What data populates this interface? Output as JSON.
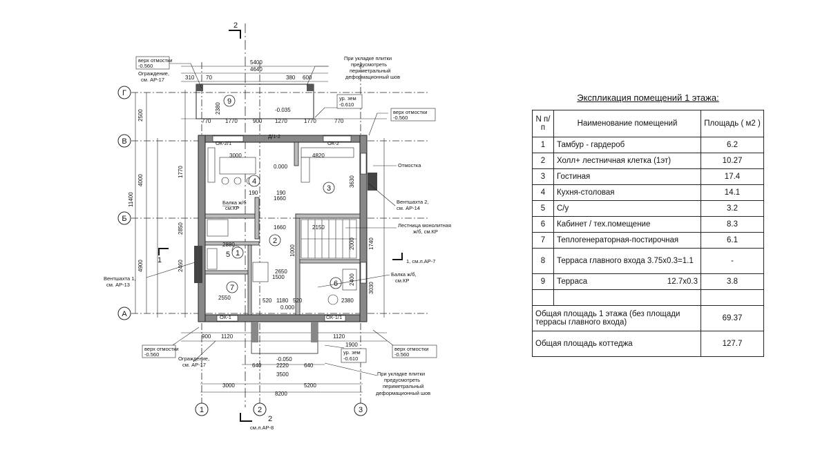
{
  "explication": {
    "title": "Экспликация помещений 1 этажа:",
    "col_n": "N п/п",
    "col_name": "Наименование помещений",
    "col_area": "Площадь ( м2 )",
    "rooms": [
      {
        "n": "1",
        "name": "Тамбур - гардероб",
        "area": "6.2"
      },
      {
        "n": "2",
        "name": "Холл+ лестничная клетка (1эт)",
        "area": "10.27"
      },
      {
        "n": "3",
        "name": "Гостиная",
        "area": "17.4"
      },
      {
        "n": "4",
        "name": "Кухня-столовая",
        "area": "14.1"
      },
      {
        "n": "5",
        "name": "С/у",
        "area": "3.2"
      },
      {
        "n": "6",
        "name": "Кабинет / тех.помещение",
        "area": "8.3"
      },
      {
        "n": "7",
        "name": "Теплогенераторная-постирочная",
        "area": "6.1"
      },
      {
        "n": "8",
        "name": "Терраса главного входа 3.75x0.3=1.1",
        "area": "-"
      },
      {
        "n": "9",
        "name": "Терраса",
        "extra": "12.7x0.3",
        "area": "3.8"
      }
    ],
    "total_floor_label": "Общая площадь 1 этажа (без площади террасы главного входа)",
    "total_floor": "69.37",
    "total_cottage_label": "Общая площадь коттеджа",
    "total_cottage": "127.7"
  },
  "plan": {
    "axes_letters": [
      "Г",
      "В",
      "Б",
      "А"
    ],
    "axes_numbers": [
      "1",
      "2",
      "3"
    ],
    "section_mark": "2",
    "section_ref_bottom": "2",
    "section_ref_bottom_sheet": "см.л.АР-8",
    "section_ref_right": "1",
    "section_ref_right_sheet": "1, см.л.АР-7",
    "section_ref_left": "1",
    "room_numbers": [
      "1",
      "2",
      "3",
      "4",
      "5",
      "6",
      "7",
      "9"
    ],
    "dims_top": [
      "5400",
      "4640",
      "310",
      "70",
      "380",
      "600"
    ],
    "dims_bottom": [
      "3000",
      "5200",
      "8200",
      "3500",
      "2220",
      "640",
      "640"
    ],
    "dims_left": [
      "2500",
      "4000",
      "11400",
      "4900",
      "2850",
      "1770",
      "2380",
      "2460"
    ],
    "dims_row_top": [
      "770",
      "1770",
      "900",
      "1270",
      "1770",
      "770"
    ],
    "dims_row_bottom": [
      "900",
      "1120",
      "1120",
      "1900"
    ],
    "inner_dims": [
      "3000",
      "4820",
      "1660",
      "2150",
      "2880",
      "2550",
      "1180",
      "2380",
      "1660",
      "190",
      "190",
      "2650",
      "1500",
      "520",
      "520",
      "3630",
      "3030",
      "1740",
      "2400",
      "2000",
      "1000"
    ],
    "levels": [
      "0.000",
      "0.000",
      "-0.035",
      "-0.050"
    ],
    "notes": {
      "verh_otmostki": "верх отмостки",
      "level_neg560": "-0.560",
      "ur_zem": "ур. зем",
      "level_neg610": "-0.610",
      "ograzhdenie": "Ограждение,",
      "ograzhdenie_ref": "см. АР-17",
      "tile_note_1": "При укладке плитки",
      "tile_note_2": "предусмотреть",
      "tile_note_3": "периметральный",
      "tile_note_4": "деформационный шов",
      "otmostka": "Отмостка",
      "ventshahta2": "Вентшахта 2,",
      "ventshahta2_ref": "см. АР-14",
      "ventshahta1": "Вентшахта 1,",
      "ventshahta1_ref": "см. АР-13",
      "lestnica": "Лестница монолитная",
      "lestnica_ref": "ж/б, см.КР",
      "balka_left": "Балка ж/б",
      "balka_left_ref": "см.КР",
      "balka_right": "Балка ж/б,",
      "balka_right_ref": "см.КР",
      "ok21": "ОК-2/1",
      "ok2": "ОК-2",
      "ok1": "ОК-1",
      "ok11": "ОК-1/1",
      "dv": "Д/1-2"
    }
  }
}
